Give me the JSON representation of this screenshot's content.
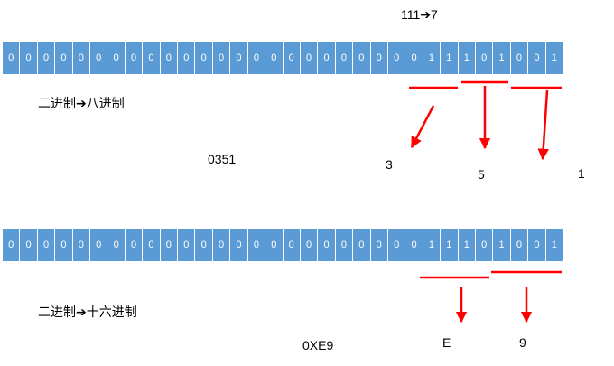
{
  "example_title": "111➔7",
  "binary_bits": [
    0,
    0,
    0,
    0,
    0,
    0,
    0,
    0,
    0,
    0,
    0,
    0,
    0,
    0,
    0,
    0,
    0,
    0,
    0,
    0,
    0,
    0,
    0,
    0,
    1,
    1,
    1,
    0,
    1,
    0,
    0,
    1
  ],
  "octal": {
    "label": "二进制➔八进制",
    "result": "0351",
    "digits": [
      "3",
      "5",
      "1"
    ]
  },
  "hex": {
    "label": "二进制➔十六进制",
    "result": "0XE9",
    "digits": [
      "E",
      "9"
    ]
  },
  "colors": {
    "bit_fill": "#5b9bd5",
    "bit_text": "#ffffff",
    "arrow": "#ff0000"
  }
}
